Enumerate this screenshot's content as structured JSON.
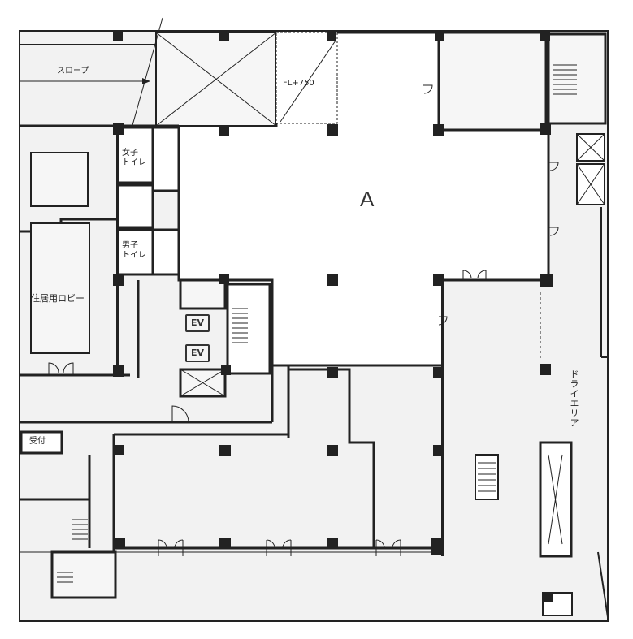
{
  "labels": {
    "slope": "スロープ",
    "fl": "FL+750",
    "room_a": "A",
    "womens_toilet": "女子\nトイレ",
    "mens_toilet": "男子\nトイレ",
    "resident_lobby": "住居用ロビー",
    "ev1": "EV",
    "ev2": "EV",
    "reception": "受付",
    "dry_area": "ドライエリア"
  },
  "colors": {
    "wall": "#222222",
    "common": "#f2f2f2",
    "room": "#ffffff"
  }
}
